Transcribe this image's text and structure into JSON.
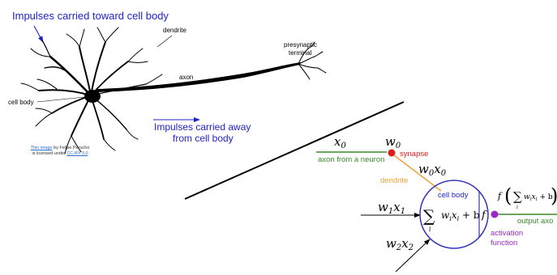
{
  "biology": {
    "impulses_toward": "Impulses carried toward cell body",
    "dendrite": "dendrite",
    "axon": "axon",
    "presynaptic_terminal": [
      "presynaptic",
      "terminal"
    ],
    "cell_body": "cell body",
    "impulses_away": [
      "Impulses carried away",
      "from cell body"
    ],
    "credit": {
      "link1": "This image",
      "text1": " by Felipe Perucho",
      "text2": "is licensed under ",
      "link2": "CC-BY 3.0"
    }
  },
  "model": {
    "x0": "x",
    "x0_sub": "0",
    "w0": "w",
    "w0_sub": "0",
    "synapse": "synapse",
    "axon_from_neuron": "axon from a neuron",
    "w0x0": [
      "w",
      "0",
      "x",
      "0"
    ],
    "dendrite": "dendrite",
    "cell_body": "cell body",
    "w1x1": [
      "w",
      "1",
      "x",
      "1"
    ],
    "w2x2": [
      "w",
      "2",
      "x",
      "2"
    ],
    "sum_expr": [
      "w",
      "i",
      "x",
      "i",
      " + b"
    ],
    "sum_index": "i",
    "f": "f",
    "f_expr": [
      "f",
      "w",
      "i",
      "x",
      "i",
      " + b"
    ],
    "output_axon": "output axo",
    "activation_function": [
      "activation",
      "function"
    ]
  },
  "colors": {
    "blue_text": "#2222cc",
    "red_dot": "#dd1c1c",
    "green": "#3a8a2a",
    "orange": "#e8a23a",
    "purple": "#9b27c9",
    "circle": "#3333bb"
  }
}
